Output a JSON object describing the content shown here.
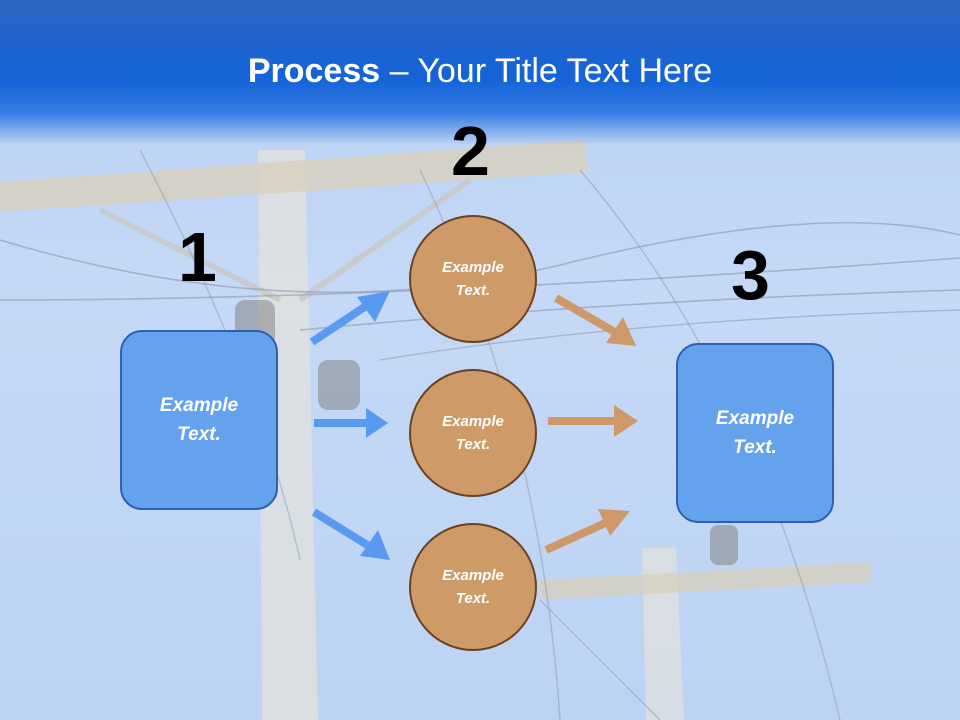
{
  "title": {
    "bold": "Process",
    "rest": " – Your Title Text Here"
  },
  "steps": [
    {
      "number": "1"
    },
    {
      "number": "2"
    },
    {
      "number": "3"
    }
  ],
  "left_box": {
    "text": "Example Text."
  },
  "circles": [
    {
      "text": "Example Text."
    },
    {
      "text": "Example Text."
    },
    {
      "text": "Example Text."
    }
  ],
  "right_box": {
    "text": "Example Text."
  },
  "colors": {
    "header_blue": "#1463d8",
    "box_blue": "#65a2ee",
    "circle_tan": "#cd9a68",
    "arrow_blue": "#5a99f0",
    "arrow_tan": "#cf9868"
  }
}
